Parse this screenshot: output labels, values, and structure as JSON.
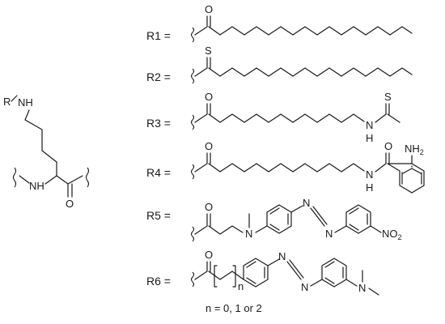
{
  "core": {
    "r": "R",
    "nh_top": "NH",
    "nh_backbone": "NH",
    "carbonyl_o": "O"
  },
  "substituents": [
    {
      "label": "R1 =",
      "atoms": [
        "O"
      ]
    },
    {
      "label": "R2 =",
      "atoms": [
        "S"
      ]
    },
    {
      "label": "R3 =",
      "atoms": [
        "O",
        "S",
        "N",
        "H"
      ]
    },
    {
      "label": "R4 =",
      "atoms": [
        "O",
        "O",
        "NH",
        "2",
        "N",
        "H"
      ]
    },
    {
      "label": "R5 =",
      "atoms": [
        "O",
        "N",
        "N",
        "N",
        "NO",
        "2"
      ]
    },
    {
      "label": "R6 =",
      "atoms": [
        "O",
        "n",
        "N",
        "N",
        "N"
      ]
    }
  ],
  "note": "n = 0, 1 or 2"
}
